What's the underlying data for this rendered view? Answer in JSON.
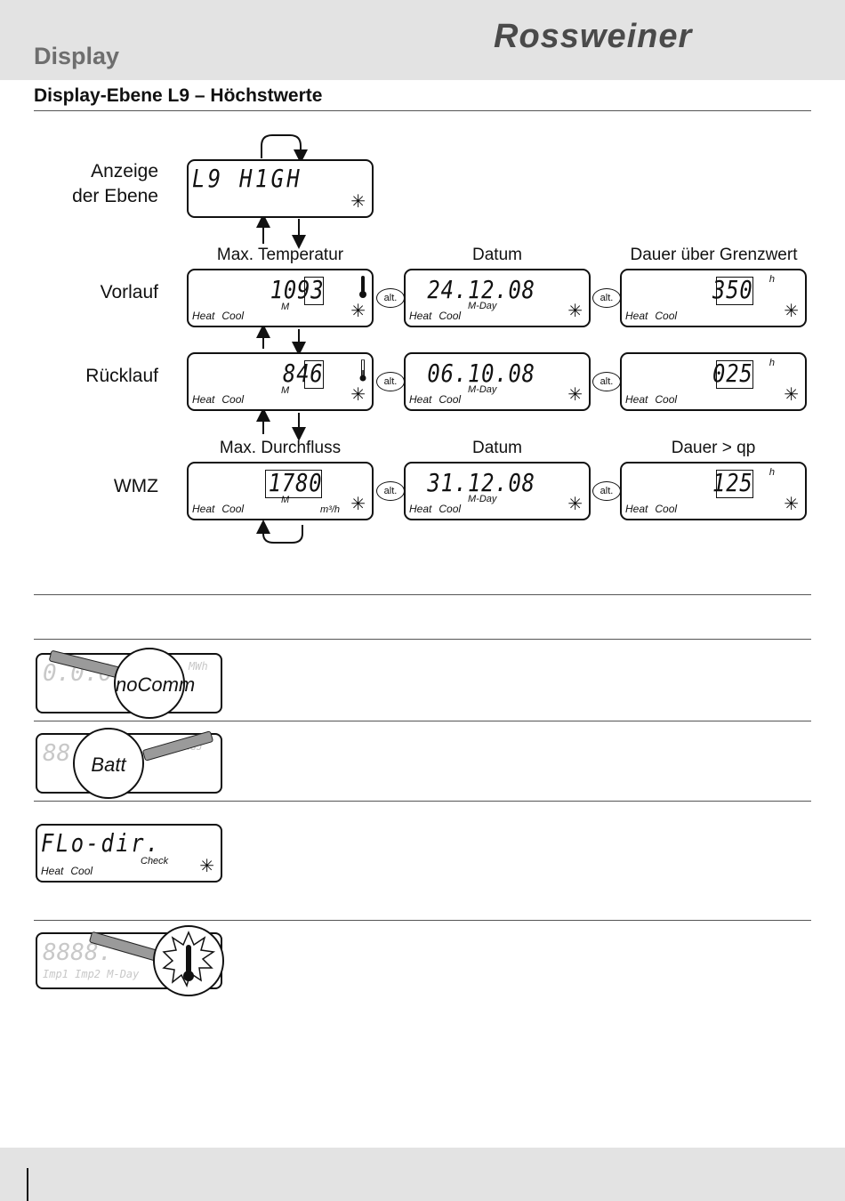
{
  "header": {
    "section": "Display",
    "brand": "Rossweiner"
  },
  "page_title": "Display-Ebene L9 – Höchstwerte",
  "row_labels": {
    "level_line1": "Anzeige",
    "level_line2": "der Ebene",
    "vorlauf": "Vorlauf",
    "ruecklauf": "Rücklauf",
    "wmz": "WMZ"
  },
  "columns_top": {
    "c1": "Max. Temperatur",
    "c2": "Datum",
    "c3": "Dauer über Grenzwert"
  },
  "columns_bottom": {
    "c1": "Max. Durchfluss",
    "c2": "Datum",
    "c3": "Dauer > qp"
  },
  "level_display": {
    "text": "L9 H1GH"
  },
  "common": {
    "heat": "Heat",
    "cool": "Cool",
    "m": "M",
    "mday": "M-Day",
    "h": "h",
    "alt": "alt.",
    "unit_flow": "m³/h",
    "sun": "✳"
  },
  "displays": {
    "vorlauf_temp": "1093",
    "vorlauf_date": "24.12.08",
    "vorlauf_duration": "350",
    "ruecklauf_temp": "846",
    "ruecklauf_date": "06.10.08",
    "ruecklauf_duration": "025",
    "wmz_flow": "1780",
    "wmz_date": "31.12.08",
    "wmz_duration": "125"
  },
  "warnings": {
    "nocomm": "noComm",
    "batt": "Batt",
    "flodir": "FLo-dir.",
    "check": "Check"
  }
}
